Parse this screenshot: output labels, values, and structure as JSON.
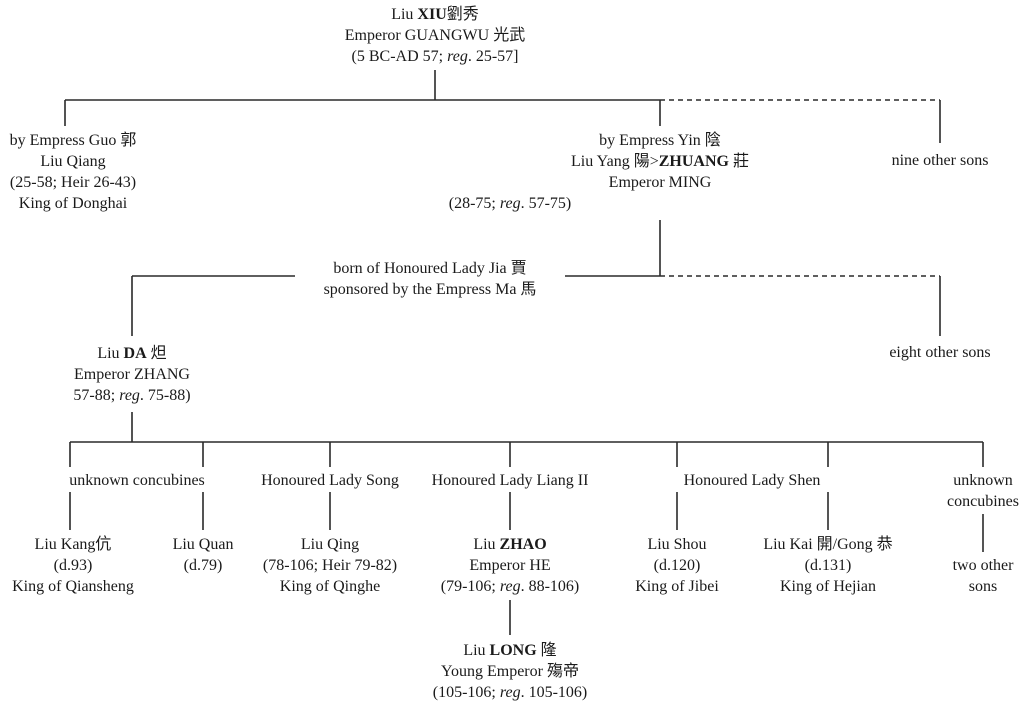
{
  "title": "Genealogy of the Later Han emperors from Guangwu to Shang",
  "root": {
    "name_prefix": "Liu ",
    "name_bold": "XIU",
    "name_chinese": "劉秀",
    "title_line": "Emperor GUANGWU 光武",
    "dates_prefix": "(5 BC-AD 57; ",
    "reg_label": "reg",
    "dates_suffix": ". 25-57]"
  },
  "gen1": {
    "guo": {
      "mother": "by Empress Guo 郭",
      "name": "Liu Qiang",
      "dates": "(25-58; Heir 26-43)",
      "title": "King of Donghai"
    },
    "ming": {
      "mother": "by Empress Yin 陰",
      "name_prefix": "Liu Yang 陽>",
      "name_bold": "ZHUANG",
      "name_suffix": " 莊",
      "title": "Emperor MING",
      "dates_prefix": "(28-75; ",
      "reg_label": "reg",
      "dates_suffix": ". 57-75)"
    },
    "others": {
      "label": "nine other sons"
    }
  },
  "gen2": {
    "mother_line1": "born of Honoured Lady Jia 賈",
    "mother_line2": "sponsored by the Empress Ma 馬",
    "zhang": {
      "name_prefix": "Liu ",
      "name_bold": "DA",
      "name_suffix": " 炟",
      "title": "Emperor ZHANG",
      "dates_prefix": "57-88; ",
      "reg_label": "reg",
      "dates_suffix": ". 75-88)"
    },
    "others": {
      "label": "eight other sons"
    }
  },
  "gen3": {
    "mothers": [
      {
        "label": "unknown concubines"
      },
      {
        "label": "Honoured Lady Song"
      },
      {
        "label": "Honoured Lady Liang II"
      },
      {
        "label": "Honoured Lady Shen"
      },
      {
        "label_line1": "unknown",
        "label_line2": "concubines"
      }
    ],
    "sons": {
      "kang": {
        "name": "Liu Kang伉",
        "dates": "(d.93)",
        "title": "King of Qiansheng"
      },
      "quan": {
        "name": "Liu Quan",
        "dates": "(d.79)"
      },
      "qing": {
        "name": "Liu Qing",
        "dates": "(78-106; Heir 79-82)",
        "title": "King of Qinghe"
      },
      "he": {
        "name_prefix": "Liu ",
        "name_bold": "ZHAO",
        "title": "Emperor HE",
        "dates_prefix": "(79-106; ",
        "reg_label": "reg",
        "dates_suffix": ". 88-106)"
      },
      "shou": {
        "name": "Liu Shou",
        "dates": "(d.120)",
        "title": "King of Jibei"
      },
      "kai": {
        "name": "Liu Kai 開/Gong 恭",
        "dates": "(d.131)",
        "title": "King of Hejian"
      },
      "others": {
        "line1": "two other",
        "line2": "sons"
      }
    }
  },
  "gen4": {
    "shang": {
      "name_prefix": "Liu ",
      "name_bold": "LONG",
      "name_suffix": " 隆",
      "title": "Young Emperor 殤帝",
      "dates_prefix": "(105-106; ",
      "reg_label": "reg",
      "dates_suffix": ". 105-106)"
    }
  }
}
